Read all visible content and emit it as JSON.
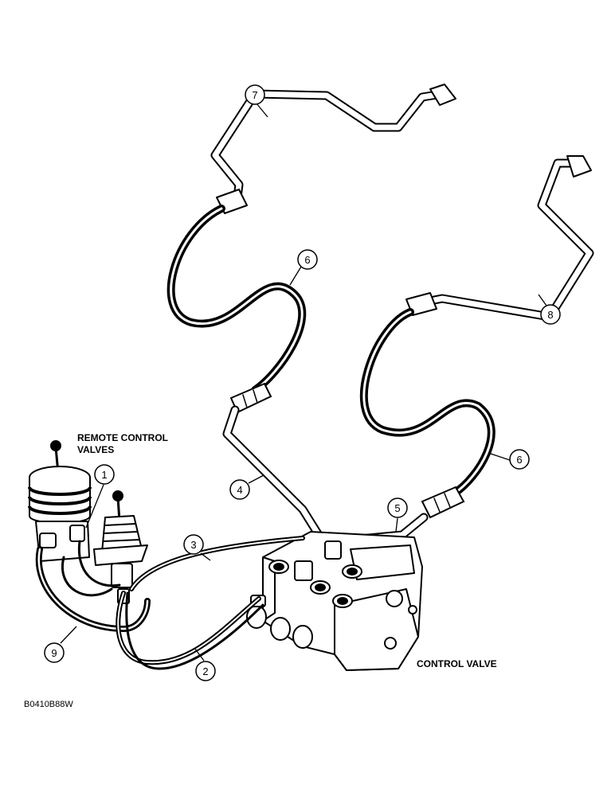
{
  "labels": {
    "remote_line1": "REMOTE CONTROL",
    "remote_line2": "VALVES",
    "control_valve": "CONTROL VALVE",
    "figure_code": "B0410B88W"
  },
  "callouts": [
    "1",
    "2",
    "3",
    "4",
    "5",
    "6",
    "6",
    "7",
    "8",
    "9"
  ],
  "colors": {
    "line": "#000000",
    "background": "#ffffff"
  }
}
